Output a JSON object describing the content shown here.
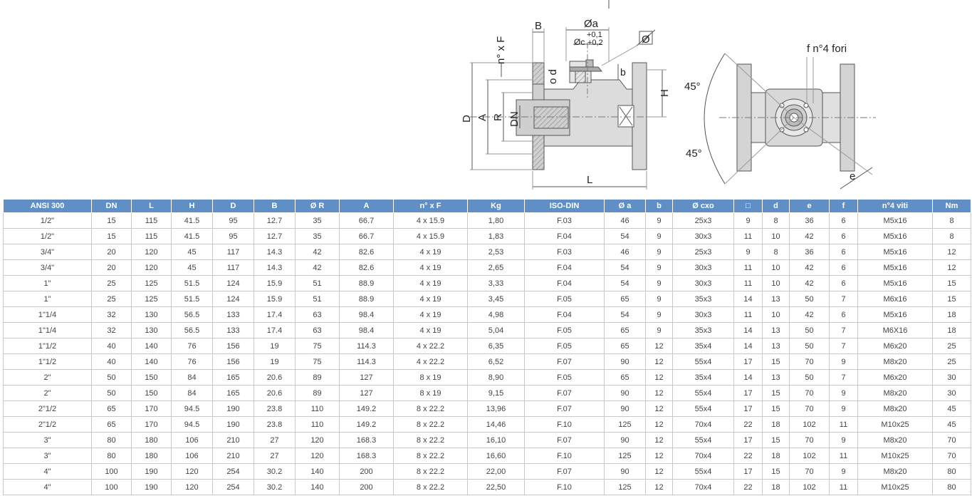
{
  "drawing": {
    "labels": {
      "oa": "Øa",
      "tol1": "+0,1",
      "oc": "Øc",
      "tol2": "+0,2",
      "B": "B",
      "nxF": "n° x F",
      "od": "o d",
      "b": "b",
      "H": "H",
      "D": "D",
      "A": "A",
      "R": "R",
      "DN": "DN",
      "L": "L",
      "fori": "f n°4 fori",
      "deg1": "45°",
      "deg2": "45°",
      "e": "e",
      "flat": "Ø"
    }
  },
  "table": {
    "headers": [
      "ANSI 300",
      "DN",
      "L",
      "H",
      "D",
      "B",
      "Ø R",
      "A",
      "n° x F",
      "Kg",
      "ISO-DIN",
      "Ø a",
      "b",
      "Ø cxo",
      "□",
      "d",
      "e",
      "f",
      "n°4 viti",
      "Nm"
    ],
    "rows": [
      [
        "1/2\"",
        "15",
        "115",
        "41.5",
        "95",
        "12.7",
        "35",
        "66.7",
        "4 x 15.9",
        "1,80",
        "F.03",
        "46",
        "9",
        "25x3",
        "9",
        "8",
        "36",
        "6",
        "M5x16",
        "8"
      ],
      [
        "1/2\"",
        "15",
        "115",
        "41.5",
        "95",
        "12.7",
        "35",
        "66.7",
        "4 x 15.9",
        "1,83",
        "F.04",
        "54",
        "9",
        "30x3",
        "11",
        "10",
        "42",
        "6",
        "M5x16",
        "8"
      ],
      [
        "3/4\"",
        "20",
        "120",
        "45",
        "117",
        "14.3",
        "42",
        "82.6",
        "4 x 19",
        "2,53",
        "F.03",
        "46",
        "9",
        "25x3",
        "9",
        "8",
        "36",
        "6",
        "M5x16",
        "12"
      ],
      [
        "3/4\"",
        "20",
        "120",
        "45",
        "117",
        "14.3",
        "42",
        "82.6",
        "4 x 19",
        "2,65",
        "F.04",
        "54",
        "9",
        "30x3",
        "11",
        "10",
        "42",
        "6",
        "M5x16",
        "12"
      ],
      [
        "1\"",
        "25",
        "125",
        "51.5",
        "124",
        "15.9",
        "51",
        "88.9",
        "4 x 19",
        "3,33",
        "F.04",
        "54",
        "9",
        "30x3",
        "11",
        "10",
        "42",
        "6",
        "M5x16",
        "15"
      ],
      [
        "1\"",
        "25",
        "125",
        "51.5",
        "124",
        "15.9",
        "51",
        "88.9",
        "4 x 19",
        "3,45",
        "F.05",
        "65",
        "9",
        "35x3",
        "14",
        "13",
        "50",
        "7",
        "M6x16",
        "15"
      ],
      [
        "1\"1/4",
        "32",
        "130",
        "56.5",
        "133",
        "17.4",
        "63",
        "98.4",
        "4 x 19",
        "4,98",
        "F.04",
        "54",
        "9",
        "30x3",
        "11",
        "10",
        "42",
        "6",
        "M5x16",
        "18"
      ],
      [
        "1\"1/4",
        "32",
        "130",
        "56.5",
        "133",
        "17.4",
        "63",
        "98.4",
        "4 x 19",
        "5,04",
        "F.05",
        "65",
        "9",
        "35x3",
        "14",
        "13",
        "50",
        "7",
        "M6X16",
        "18"
      ],
      [
        "1\"1/2",
        "40",
        "140",
        "76",
        "156",
        "19",
        "75",
        "114.3",
        "4 x 22.2",
        "6,35",
        "F.05",
        "65",
        "12",
        "35x4",
        "14",
        "13",
        "50",
        "7",
        "M6x20",
        "25"
      ],
      [
        "1\"1/2",
        "40",
        "140",
        "76",
        "156",
        "19",
        "75",
        "114.3",
        "4 x 22.2",
        "6,52",
        "F.07",
        "90",
        "12",
        "55x4",
        "17",
        "15",
        "70",
        "9",
        "M8x20",
        "25"
      ],
      [
        "2\"",
        "50",
        "150",
        "84",
        "165",
        "20.6",
        "89",
        "127",
        "8 x 19",
        "8,90",
        "F.05",
        "65",
        "12",
        "35x4",
        "14",
        "13",
        "50",
        "7",
        "M6x20",
        "30"
      ],
      [
        "2\"",
        "50",
        "150",
        "84",
        "165",
        "20.6",
        "89",
        "127",
        "8 x 19",
        "9,15",
        "F.07",
        "90",
        "12",
        "55x4",
        "17",
        "15",
        "70",
        "9",
        "M8x20",
        "30"
      ],
      [
        "2\"1/2",
        "65",
        "170",
        "94.5",
        "190",
        "23.8",
        "110",
        "149.2",
        "8 x 22.2",
        "13,96",
        "F.07",
        "90",
        "12",
        "55x4",
        "17",
        "15",
        "70",
        "9",
        "M8x20",
        "45"
      ],
      [
        "2\"1/2",
        "65",
        "170",
        "94.5",
        "190",
        "23.8",
        "110",
        "149.2",
        "8 x 22.2",
        "14,46",
        "F.10",
        "125",
        "12",
        "70x4",
        "22",
        "18",
        "102",
        "11",
        "M10x25",
        "45"
      ],
      [
        "3\"",
        "80",
        "180",
        "106",
        "210",
        "27",
        "120",
        "168.3",
        "8 x 22.2",
        "16,10",
        "F.07",
        "90",
        "12",
        "55x4",
        "17",
        "15",
        "70",
        "9",
        "M8x20",
        "70"
      ],
      [
        "3\"",
        "80",
        "180",
        "106",
        "210",
        "27",
        "120",
        "168.3",
        "8 x 22.2",
        "16,60",
        "F.10",
        "125",
        "12",
        "70x4",
        "22",
        "18",
        "102",
        "11",
        "M10x25",
        "70"
      ],
      [
        "4\"",
        "100",
        "190",
        "120",
        "254",
        "30.2",
        "140",
        "200",
        "8 x 22.2",
        "22,00",
        "F.07",
        "90",
        "12",
        "55x4",
        "17",
        "15",
        "70",
        "9",
        "M8x20",
        "80"
      ],
      [
        "4\"",
        "100",
        "190",
        "120",
        "254",
        "30.2",
        "140",
        "200",
        "8 x 22.2",
        "22,50",
        "F.10",
        "125",
        "12",
        "70x4",
        "22",
        "18",
        "102",
        "11",
        "M10x25",
        "80"
      ]
    ]
  }
}
